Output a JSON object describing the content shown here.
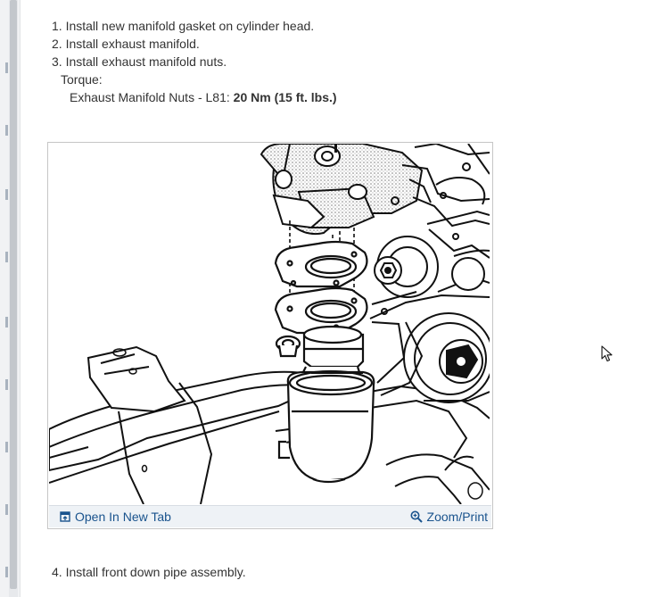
{
  "steps": {
    "items": [
      "1. Install new manifold gasket on cylinder head.",
      "2. Install exhaust manifold.",
      "3. Install exhaust manifold nuts."
    ],
    "torque_heading": "Torque:",
    "torque_spec_label": "Exhaust Manifold Nuts - L81: ",
    "torque_spec_value": "20 Nm (15 ft. lbs.)",
    "step4": "4. Install front down pipe assembly."
  },
  "figure": {
    "open_tab_label": "Open In New Tab",
    "zoom_label": "Zoom/Print",
    "open_tab_icon": "open-in-new-tab-icon",
    "zoom_icon": "magnifier-icon"
  },
  "colors": {
    "link": "#19538d",
    "figure_bar": "#eef2f6",
    "text": "#333333"
  }
}
